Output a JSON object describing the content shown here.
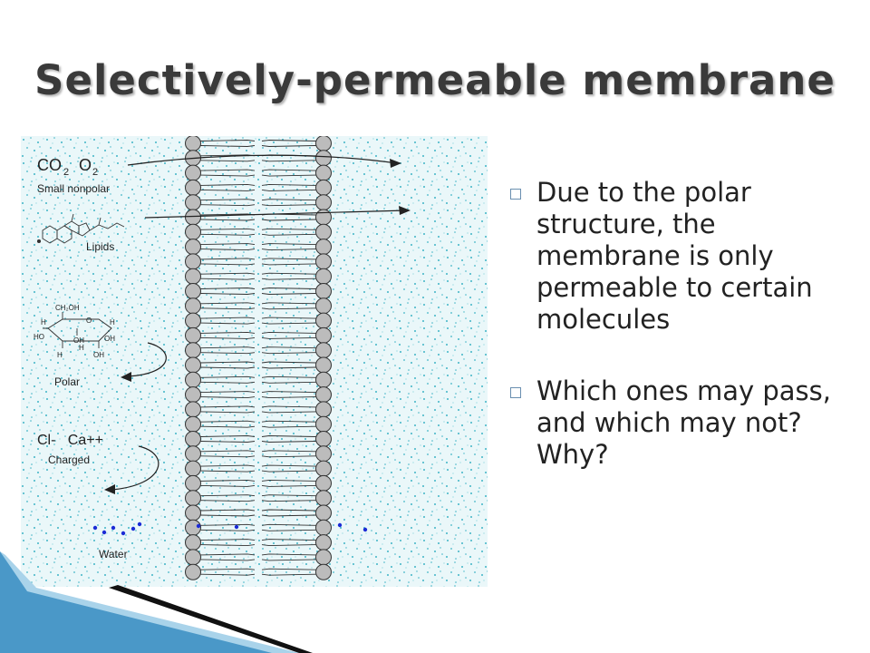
{
  "title": "Selectively-permeable membrane",
  "bullets": [
    {
      "text": "Due to the polar structure, the membrane is only permeable to certain molecules"
    },
    {
      "text": "Which ones may pass, and which may not?  Why?"
    }
  ],
  "diagram": {
    "labels": {
      "co2": "CO",
      "co2_sub": "2",
      "o2": "O",
      "o2_sub": "2",
      "small_nonpolar": "Small nonpolar",
      "lipids": "Lipids",
      "polar": "Polar",
      "ch2oh": "CH₂OH",
      "oh1": "OH",
      "oh2": "OH",
      "oh3": "OH",
      "ho": "HO",
      "h1": "H",
      "h2": "H",
      "h3": "H",
      "h4": "H",
      "o_ring": "O",
      "ions": "Cl-   Ca++",
      "charged": "Charged",
      "water": "Water"
    }
  },
  "colors": {
    "title": "#3a3a3a",
    "speckle": "#3fb4c6",
    "heads": "#bcbcbc",
    "water_dots": "#1a2bd6",
    "corner_blue": "#3f8ec0"
  }
}
